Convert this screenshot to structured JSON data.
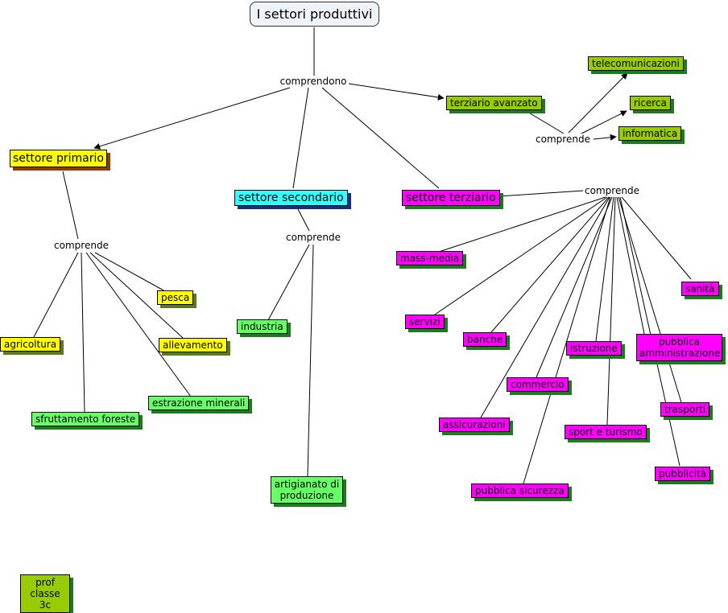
{
  "title": "I settori produttivi",
  "links": {
    "comprendono": "comprendono",
    "comprende": "comprende"
  },
  "nodes": {
    "settore_primario": "settore primario",
    "settore_secondario": "settore secondario",
    "settore_terziario": "settore terziario",
    "terziario_avanzato": "terziario avanzato",
    "telecomunicazioni": "telecomunicazioni",
    "ricerca": "ricerca",
    "informatica": "informatica",
    "pesca": "pesca",
    "agricoltura": "agricoltura",
    "allevamento": "allevamento",
    "estrazione_minerali": "estrazione minerali",
    "sfruttamento_foreste": "sfruttamento foreste",
    "industria": "industria",
    "artigianato": "artigianato di produzione",
    "mass_media": "mass-media",
    "servizi": "servizi",
    "banche": "banche",
    "sanita": "sanità",
    "istruzione": "istruzione",
    "pubblica_amministrazione": "pubblica amministrazione",
    "commercio": "commercio",
    "assicurazioni": "assicurazioni",
    "trasporti": "trasporti",
    "sport_turismo": "sport e turismo",
    "pubblicita": "pubblicità",
    "pubblica_sicurezza": "pubblica sicurezza",
    "author": "prof classe 3c"
  },
  "colors": {
    "primario": "#ffff00",
    "secondario": "#33ffff",
    "terziario": "#ff00ff",
    "avanzato": "#99cc00",
    "sub_green": "#66ff66"
  }
}
